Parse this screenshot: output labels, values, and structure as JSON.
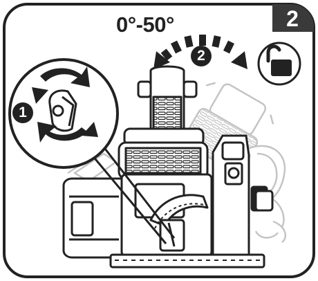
{
  "step": {
    "number": "2"
  },
  "angle_range": {
    "label": "0°-50°"
  },
  "callouts": [
    {
      "number": "1",
      "meaning": "knob"
    },
    {
      "number": "2",
      "meaning": "tilt"
    }
  ],
  "icons": {
    "unlock": "unlocked-padlock-icon"
  },
  "colors": {
    "badge": "#3a3a3a",
    "line": "#222222",
    "ghost": "#c9c9c9",
    "background": "#ffffff"
  }
}
